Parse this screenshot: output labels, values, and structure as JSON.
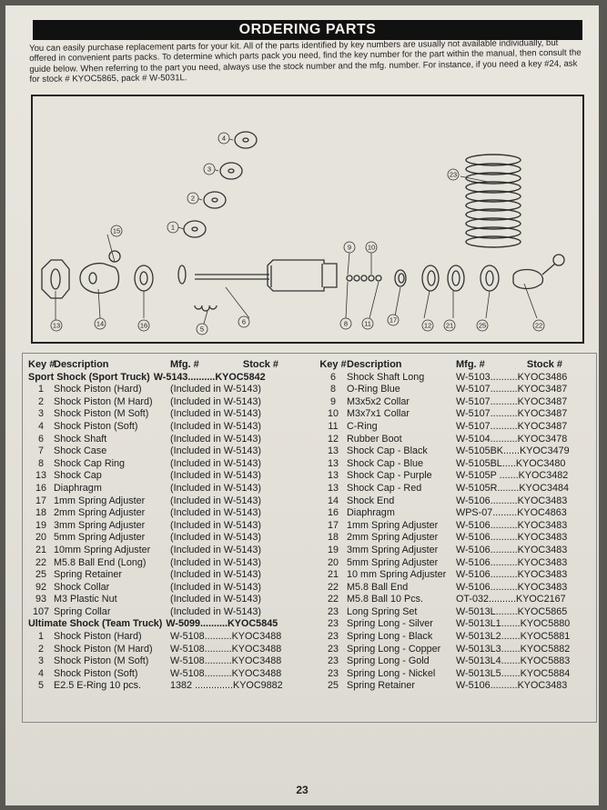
{
  "header": {
    "title": "ORDERING PARTS"
  },
  "intro": "You can easily purchase replacement parts for your kit. All of the parts identified by key numbers are usually not available individually, but offered in convenient parts packs. To determine which parts pack you need, find the key number for the part within the manual, then consult the guide below. When referring to the part you need, always use the stock number and the mfg. number. For instance, if you need a key #24, ask for stock # KYOC5865, pack # W-5031L.",
  "diagram": {
    "callouts": [
      "4",
      "3",
      "2",
      "1",
      "15",
      "13",
      "14",
      "16",
      "5",
      "6",
      "23",
      "9",
      "10",
      "8",
      "11",
      "17",
      "12",
      "21",
      "25",
      "22"
    ]
  },
  "columns": {
    "key": "Key #",
    "description": "Description",
    "mfg": "Mfg. #",
    "stock": "Stock #"
  },
  "left_groups": [
    {
      "title": "Sport Shock (Sport Truck)",
      "mfg_stock": "W-5143..........KYOC5842",
      "items": [
        {
          "key": "1",
          "desc": "Shock Piston (Hard)",
          "val": "(Included in W-5143)"
        },
        {
          "key": "2",
          "desc": "Shock Piston (M Hard)",
          "val": "(Included in W-5143)"
        },
        {
          "key": "3",
          "desc": "Shock Piston (M Soft)",
          "val": "(Included in W-5143)"
        },
        {
          "key": "4",
          "desc": "Shock Piston (Soft)",
          "val": "(Included in W-5143)"
        },
        {
          "key": "6",
          "desc": "Shock Shaft",
          "val": "(Included in W-5143)"
        },
        {
          "key": "7",
          "desc": "Shock Case",
          "val": "(Included in W-5143)"
        },
        {
          "key": "8",
          "desc": "Shock Cap Ring",
          "val": "(Included in W-5143)"
        },
        {
          "key": "13",
          "desc": "Shock Cap",
          "val": "(Included in W-5143)"
        },
        {
          "key": "16",
          "desc": "Diaphragm",
          "val": "(Included in W-5143)"
        },
        {
          "key": "17",
          "desc": "1mm Spring Adjuster",
          "val": "(Included in W-5143)"
        },
        {
          "key": "18",
          "desc": "2mm Spring Adjuster",
          "val": "(Included in W-5143)"
        },
        {
          "key": "19",
          "desc": "3mm Spring Adjuster",
          "val": "(Included in W-5143)"
        },
        {
          "key": "20",
          "desc": "5mm Spring Adjuster",
          "val": "(Included in W-5143)"
        },
        {
          "key": "21",
          "desc": "10mm Spring Adjuster",
          "val": "(Included in W-5143)"
        },
        {
          "key": "22",
          "desc": "M5.8 Ball End (Long)",
          "val": "(Included in W-5143)"
        },
        {
          "key": "25",
          "desc": "Spring Retainer",
          "val": "(Included in W-5143)"
        },
        {
          "key": "92",
          "desc": "Shock Collar",
          "val": "(Included in W-5143)"
        },
        {
          "key": "93",
          "desc": "M3 Plastic Nut",
          "val": "(Included in W-5143)"
        },
        {
          "key": "107",
          "desc": "Spring Collar",
          "val": "(Included in W-5143)"
        }
      ]
    },
    {
      "title": "Ultimate Shock (Team Truck)",
      "mfg_stock": "W-5099..........KYOC5845",
      "items": [
        {
          "key": "1",
          "desc": "Shock Piston (Hard)",
          "val": "W-5108..........KYOC3488"
        },
        {
          "key": "2",
          "desc": "Shock Piston (M Hard)",
          "val": "W-5108..........KYOC3488"
        },
        {
          "key": "3",
          "desc": "Shock Piston (M Soft)",
          "val": "W-5108..........KYOC3488"
        },
        {
          "key": "4",
          "desc": "Shock Piston (Soft)",
          "val": "W-5108..........KYOC3488"
        },
        {
          "key": "5",
          "desc": "E2.5 E-Ring 10 pcs.",
          "val": "1382 ..............KYOC9882"
        }
      ]
    }
  ],
  "right_items": [
    {
      "key": "6",
      "desc": "Shock Shaft Long",
      "val": "W-5103..........KYOC3486"
    },
    {
      "key": "8",
      "desc": "O-Ring Blue",
      "val": "W-5107..........KYOC3487"
    },
    {
      "key": "9",
      "desc": "M3x5x2 Collar",
      "val": "W-5107..........KYOC3487"
    },
    {
      "key": "10",
      "desc": "M3x7x1 Collar",
      "val": "W-5107..........KYOC3487"
    },
    {
      "key": "11",
      "desc": "C-Ring",
      "val": "W-5107..........KYOC3487"
    },
    {
      "key": "12",
      "desc": "Rubber Boot",
      "val": "W-5104..........KYOC3478"
    },
    {
      "key": "13",
      "desc": "Shock Cap - Black",
      "val": "W-5105BK......KYOC3479"
    },
    {
      "key": "13",
      "desc": "Shock Cap - Blue",
      "val": "W-5105BL.....KYOC3480"
    },
    {
      "key": "13",
      "desc": "Shock Cap - Purple",
      "val": "W-5105P .......KYOC3482"
    },
    {
      "key": "13",
      "desc": "Shock Cap - Red",
      "val": "W-5105R........KYOC3484"
    },
    {
      "key": "14",
      "desc": "Shock End",
      "val": "W-5106..........KYOC3483"
    },
    {
      "key": "16",
      "desc": "Diaphragm",
      "val": "WPS-07.........KYOC4863"
    },
    {
      "key": "17",
      "desc": "1mm Spring Adjuster",
      "val": "W-5106..........KYOC3483"
    },
    {
      "key": "18",
      "desc": "2mm Spring Adjuster",
      "val": "W-5106..........KYOC3483"
    },
    {
      "key": "19",
      "desc": "3mm Spring Adjuster",
      "val": "W-5106..........KYOC3483"
    },
    {
      "key": "20",
      "desc": "5mm Spring Adjuster",
      "val": "W-5106..........KYOC3483"
    },
    {
      "key": "21",
      "desc": "10 mm Spring Adjuster",
      "val": "W-5106..........KYOC3483"
    },
    {
      "key": "22",
      "desc": "M5.8 Ball End",
      "val": "W-5106..........KYOC3483"
    },
    {
      "key": "22",
      "desc": "M5.8 Ball 10 Pcs.",
      "val": "OT-032..........KYOC2167"
    },
    {
      "key": "23",
      "desc": "Long Spring Set",
      "val": "W-5013L........KYOC5865"
    },
    {
      "key": "23",
      "desc": "Spring Long - Silver",
      "val": "W-5013L1.......KYOC5880"
    },
    {
      "key": "23",
      "desc": "Spring Long - Black",
      "val": "W-5013L2.......KYOC5881"
    },
    {
      "key": "23",
      "desc": "Spring Long - Copper",
      "val": "W-5013L3.......KYOC5882"
    },
    {
      "key": "23",
      "desc": "Spring Long - Gold",
      "val": "W-5013L4.......KYOC5883"
    },
    {
      "key": "23",
      "desc": "Spring Long - Nickel",
      "val": "W-5013L5.......KYOC5884"
    },
    {
      "key": "25",
      "desc": "Spring Retainer",
      "val": "W-5106..........KYOC3483"
    }
  ],
  "page_number": "23"
}
